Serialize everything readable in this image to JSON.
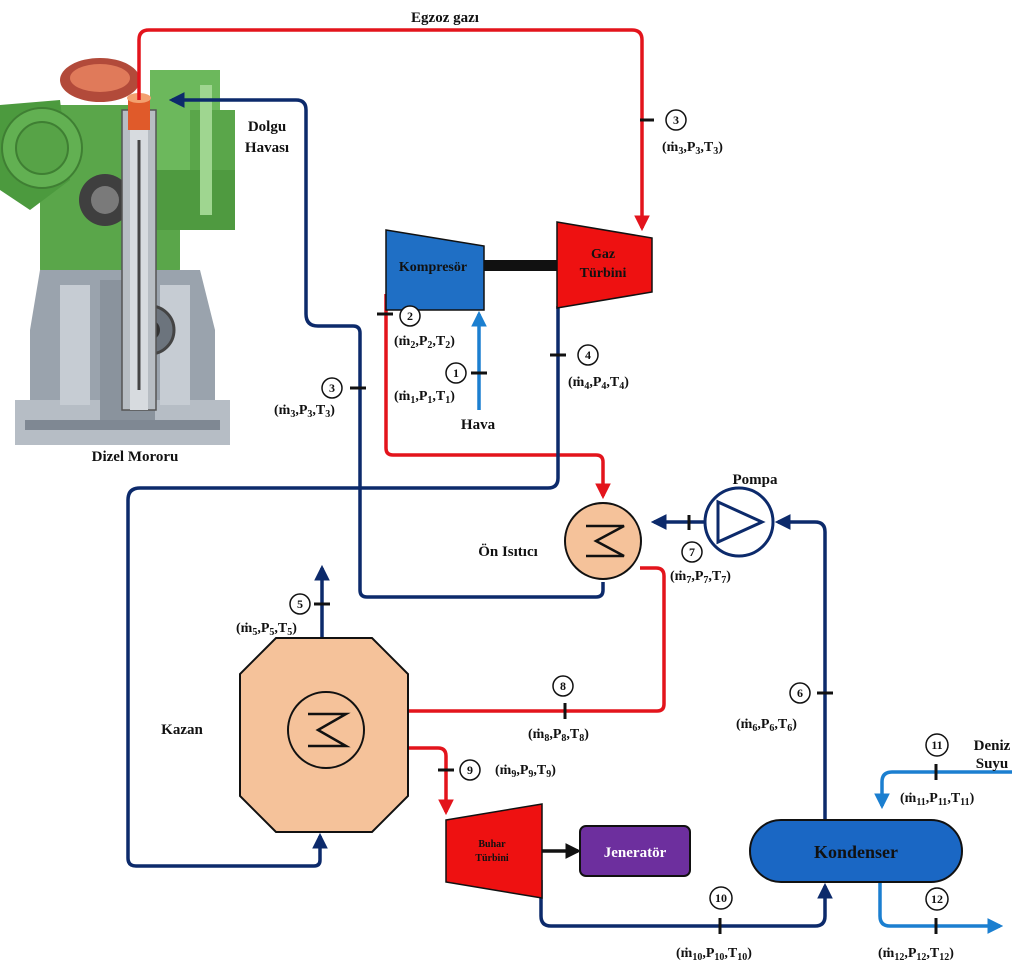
{
  "title": "Egzoz gazı",
  "labels": {
    "dolgu_line1": "Dolgu",
    "dolgu_line2": "Havası",
    "engine": "Dizel Mororu",
    "hava": "Hava",
    "pompa": "Pompa",
    "preheater": "Ön Isıtıcı",
    "kazan": "Kazan",
    "deniz": "Deniz",
    "suyu": "Suyu"
  },
  "components": {
    "compressor": "Kompresör",
    "gas_turbine_line1": "Gaz",
    "gas_turbine_line2": "Türbini",
    "steam_turbine_line1": "Buhar",
    "steam_turbine_line2": "Türbini",
    "generator": "Jeneratör",
    "condenser": "Kondenser"
  },
  "states": [
    {
      "n": "1",
      "sub": "1"
    },
    {
      "n": "2",
      "sub": "2"
    },
    {
      "n": "3",
      "sub": "3"
    },
    {
      "n": "3",
      "sub": "3"
    },
    {
      "n": "4",
      "sub": "4"
    },
    {
      "n": "5",
      "sub": "5"
    },
    {
      "n": "6",
      "sub": "6"
    },
    {
      "n": "7",
      "sub": "7"
    },
    {
      "n": "8",
      "sub": "8"
    },
    {
      "n": "9",
      "sub": "9"
    },
    {
      "n": "10",
      "sub": "10"
    },
    {
      "n": "11",
      "sub": "11"
    },
    {
      "n": "12",
      "sub": "12"
    }
  ],
  "state_symbol": {
    "m": "ṁ",
    "p": "P",
    "t": "T"
  },
  "colors": {
    "hot": "#e3141c",
    "navy": "#0c2a6b",
    "cold": "#1b7fd0",
    "compressor": "#1f6fc5",
    "turbine": "#ee1111",
    "hx": "#f5c29a",
    "generator": "#6d2f9e",
    "condenser": "#1a67c4"
  }
}
